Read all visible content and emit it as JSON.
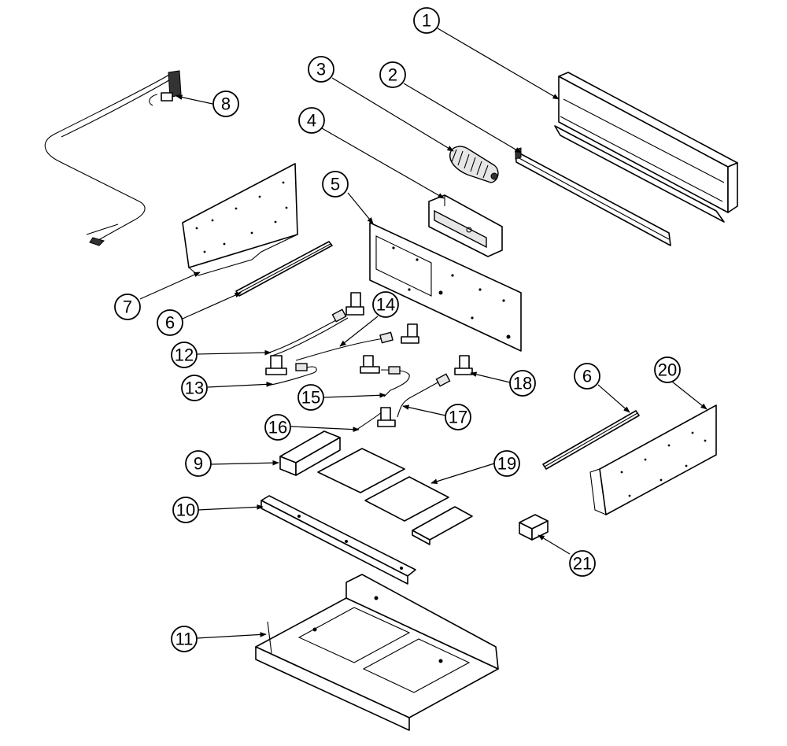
{
  "callouts": [
    {
      "id": "c1",
      "label": "1"
    },
    {
      "id": "c2",
      "label": "2"
    },
    {
      "id": "c3",
      "label": "3"
    },
    {
      "id": "c4",
      "label": "4"
    },
    {
      "id": "c5",
      "label": "5"
    },
    {
      "id": "c6a",
      "label": "6"
    },
    {
      "id": "c6b",
      "label": "6"
    },
    {
      "id": "c7",
      "label": "7"
    },
    {
      "id": "c8",
      "label": "8"
    },
    {
      "id": "c9",
      "label": "9"
    },
    {
      "id": "c10",
      "label": "10"
    },
    {
      "id": "c11",
      "label": "11"
    },
    {
      "id": "c12",
      "label": "12"
    },
    {
      "id": "c13",
      "label": "13"
    },
    {
      "id": "c14",
      "label": "14"
    },
    {
      "id": "c15",
      "label": "15"
    },
    {
      "id": "c16",
      "label": "16"
    },
    {
      "id": "c17",
      "label": "17"
    },
    {
      "id": "c18",
      "label": "18"
    },
    {
      "id": "c19",
      "label": "19"
    },
    {
      "id": "c20",
      "label": "20"
    },
    {
      "id": "c21",
      "label": "21"
    }
  ]
}
